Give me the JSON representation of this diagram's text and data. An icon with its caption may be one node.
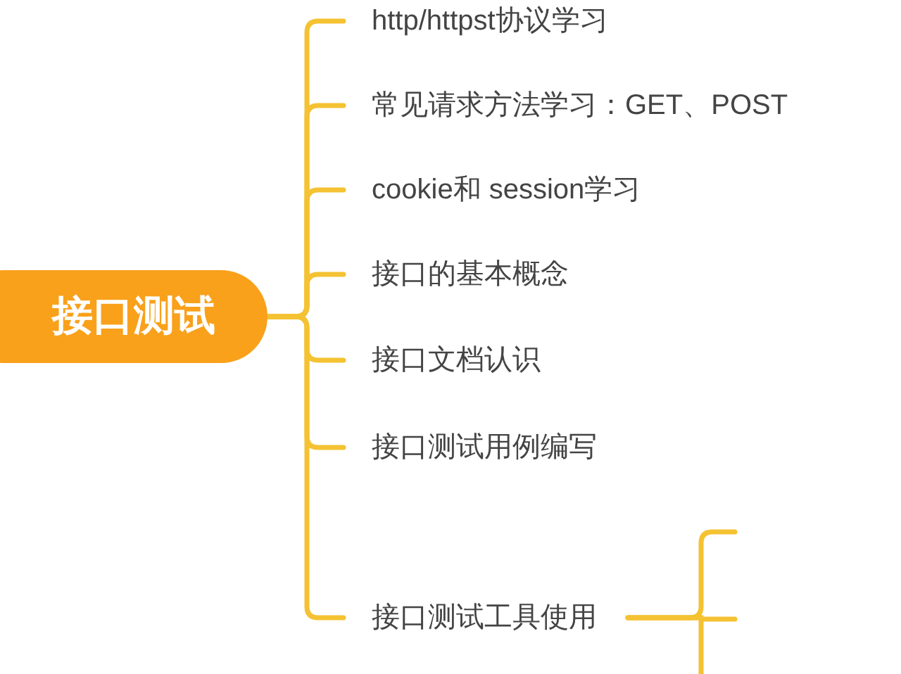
{
  "diagram": {
    "nodes": [
      {
        "text": [
          "接口测试"
        ]
      },
      {
        "text": [
          "http/httpst协议学习"
        ]
      },
      {
        "text": [
          "常见请求方法学习：GET、POST"
        ]
      },
      {
        "text": [
          "cookie和 session学习"
        ]
      },
      {
        "text": [
          "接口的基本概念"
        ]
      },
      {
        "text": [
          "接口文档认识"
        ]
      },
      {
        "text": [
          "接口测试用例编写"
        ]
      },
      {
        "text": [
          "接口测试工具使用"
        ]
      }
    ],
    "edges": [
      {
        "from": 0,
        "to": 1,
        "arrow": "none"
      },
      {
        "from": 0,
        "to": 2,
        "arrow": "none"
      },
      {
        "from": 0,
        "to": 3,
        "arrow": "none"
      },
      {
        "from": 0,
        "to": 4,
        "arrow": "none"
      },
      {
        "from": 0,
        "to": 5,
        "arrow": "none"
      },
      {
        "from": 0,
        "to": 6,
        "arrow": "none"
      },
      {
        "from": 0,
        "to": 7,
        "arrow": "none"
      },
      {
        "from": 7,
        "to": null,
        "arrow": "none"
      },
      {
        "from": 7,
        "to": null,
        "arrow": "none"
      },
      {
        "from": 7,
        "to": null,
        "arrow": "none"
      }
    ]
  }
}
